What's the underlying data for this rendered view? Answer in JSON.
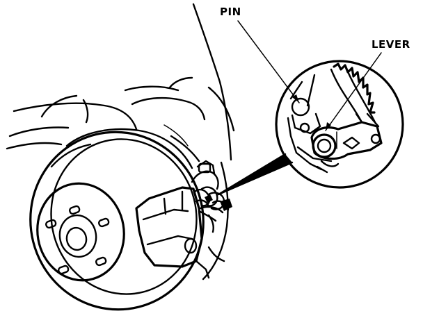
{
  "figure": {
    "callouts": [
      {
        "id": "pin",
        "label": "PIN"
      },
      {
        "id": "lever",
        "label": "LEVER"
      }
    ]
  },
  "colors": {
    "ink": "#000000",
    "paper": "#ffffff"
  }
}
